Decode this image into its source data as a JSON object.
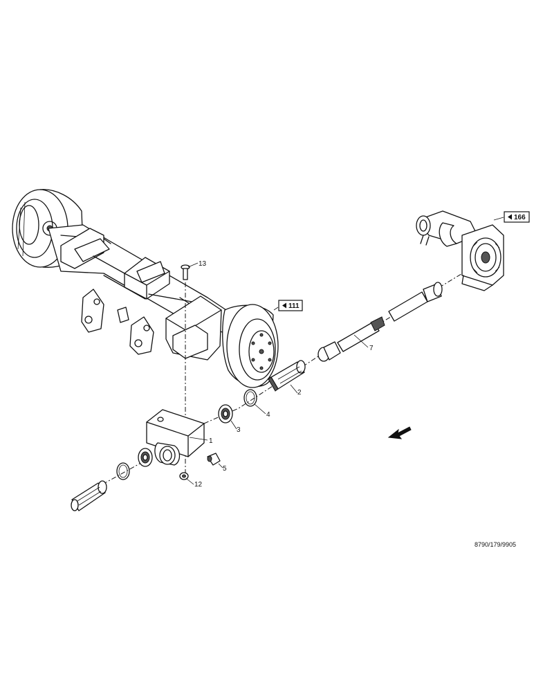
{
  "figure": {
    "document_number": "8790/179/9905"
  },
  "references": [
    {
      "id": "ref-111",
      "label": "111"
    },
    {
      "id": "ref-166",
      "label": "166"
    }
  ],
  "callouts": [
    {
      "id": "c1",
      "label": "1"
    },
    {
      "id": "c2",
      "label": "2"
    },
    {
      "id": "c3",
      "label": "3"
    },
    {
      "id": "c4",
      "label": "4"
    },
    {
      "id": "c5",
      "label": "5"
    },
    {
      "id": "c7",
      "label": "7"
    },
    {
      "id": "c12",
      "label": "12"
    },
    {
      "id": "c13",
      "label": "13"
    }
  ],
  "colors": {
    "line": "#111111",
    "background": "#ffffff",
    "shade": "#cfcfcf"
  }
}
